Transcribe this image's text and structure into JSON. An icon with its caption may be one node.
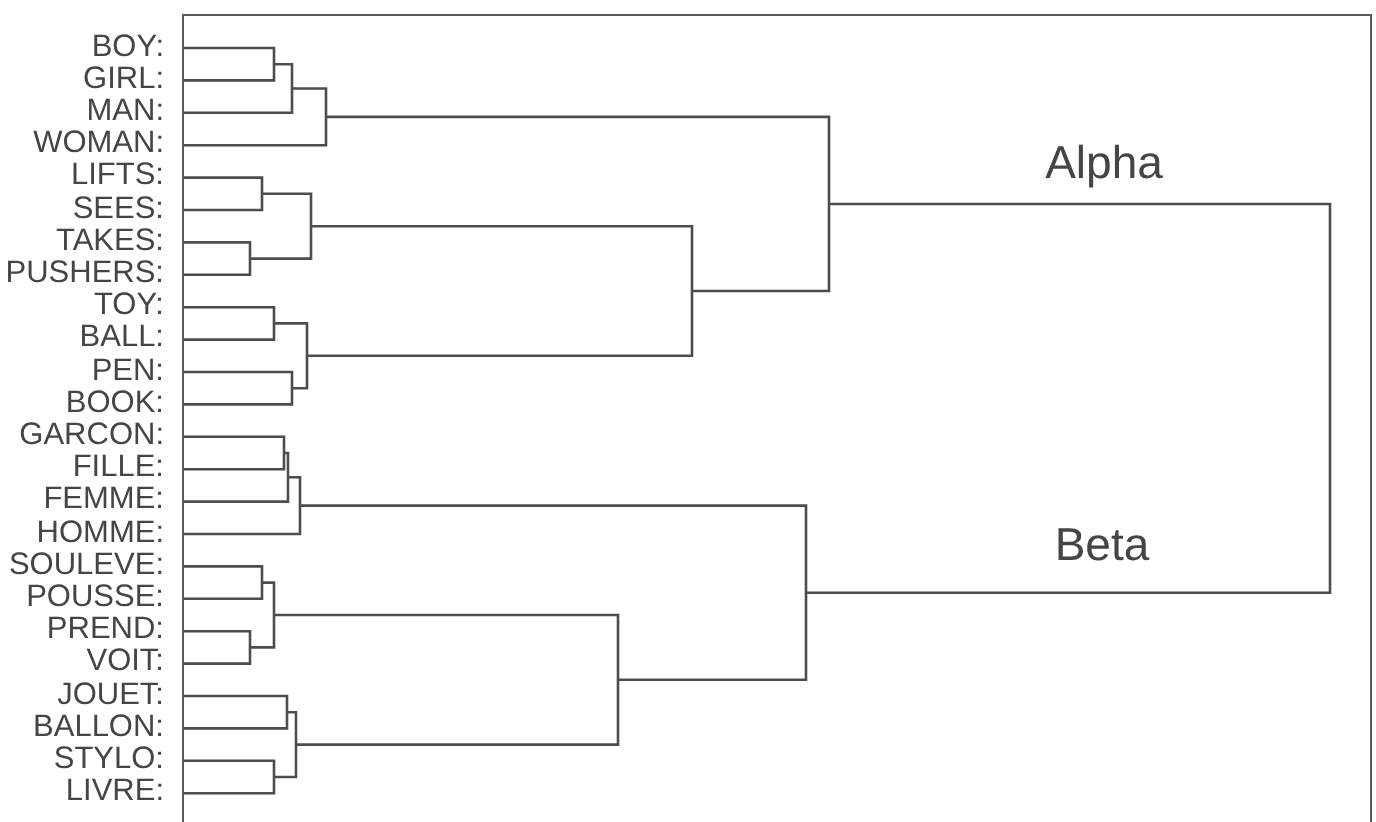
{
  "diagram": {
    "labels": [
      "BOY:",
      "GIRL:",
      "MAN:",
      "WOMAN:",
      "LIFTS:",
      "SEES:",
      "TAKES:",
      "PUSHERS:",
      "TOY:",
      "BALL:",
      "PEN:",
      "BOOK:",
      "GARCON:",
      "FILLE:",
      "FEMME:",
      "HOMME:",
      "SOULEVE:",
      "POUSSE:",
      "PREND:",
      "VOIT:",
      "JOUET:",
      "BALLON:",
      "STYLO:",
      "LIVRE:",
      "Alpha",
      "Beta"
    ]
  }
}
